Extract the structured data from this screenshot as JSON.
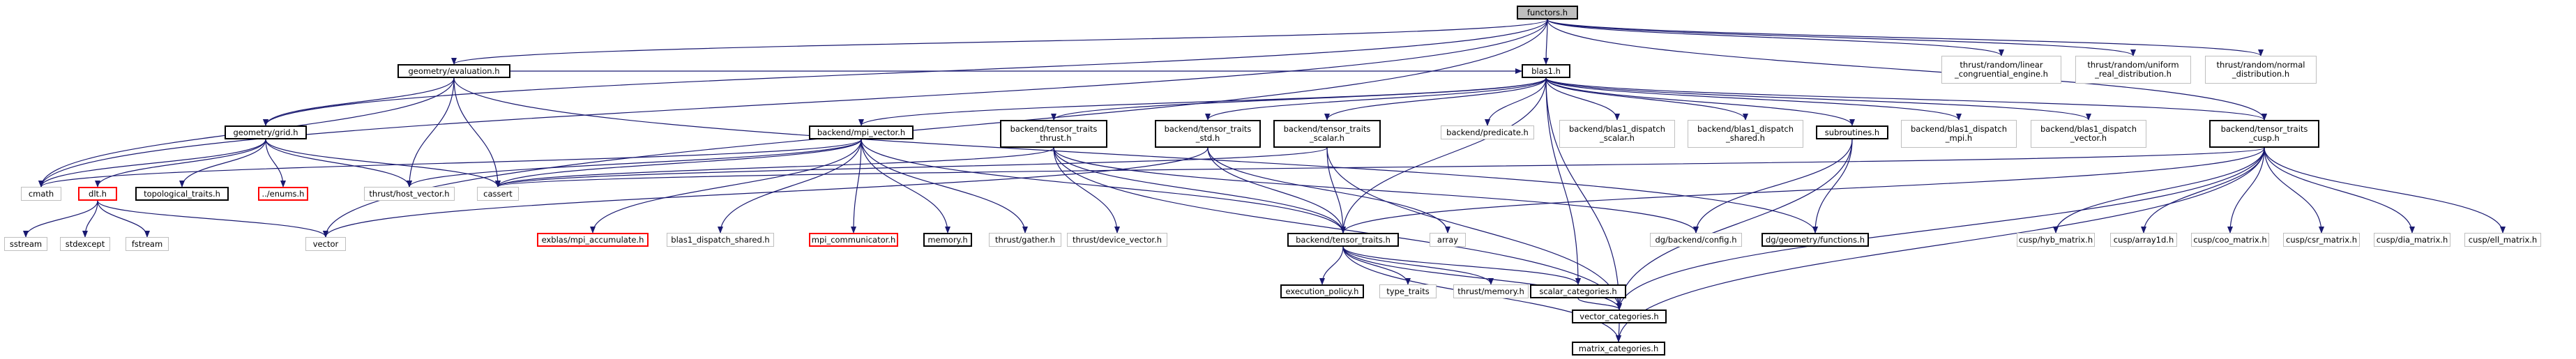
{
  "graph": {
    "edge_color": "#191970",
    "nodes": {
      "functors": {
        "label": "functors.h",
        "kind": "root"
      },
      "evaluation": {
        "label": "geometry/evaluation.h",
        "kind": "doc"
      },
      "lcg": {
        "label": "thrust/random/linear\n_congruential_engine.h",
        "kind": "undoc"
      },
      "uniform": {
        "label": "thrust/random/uniform\n_real_distribution.h",
        "kind": "undoc"
      },
      "normal": {
        "label": "thrust/random/normal\n_distribution.h",
        "kind": "undoc"
      },
      "blas1": {
        "label": "blas1.h",
        "kind": "doc"
      },
      "grid": {
        "label": "geometry/grid.h",
        "kind": "doc"
      },
      "mpi_vector": {
        "label": "backend/mpi_vector.h",
        "kind": "doc"
      },
      "tt_thrust": {
        "label": "backend/tensor_traits\n_thrust.h",
        "kind": "doc"
      },
      "tt_std": {
        "label": "backend/tensor_traits\n_std.h",
        "kind": "doc"
      },
      "tt_scalar": {
        "label": "backend/tensor_traits\n_scalar.h",
        "kind": "doc"
      },
      "predicate": {
        "label": "backend/predicate.h",
        "kind": "undoc"
      },
      "b1d_scalar": {
        "label": "backend/blas1_dispatch\n_scalar.h",
        "kind": "undoc"
      },
      "b1d_shared": {
        "label": "backend/blas1_dispatch\n_shared.h",
        "kind": "undoc"
      },
      "subroutines": {
        "label": "subroutines.h",
        "kind": "doc"
      },
      "b1d_mpi": {
        "label": "backend/blas1_dispatch\n_mpi.h",
        "kind": "undoc"
      },
      "b1d_vector": {
        "label": "backend/blas1_dispatch\n_vector.h",
        "kind": "undoc"
      },
      "tt_cusp": {
        "label": "backend/tensor_traits\n_cusp.h",
        "kind": "doc"
      },
      "cmath": {
        "label": "cmath",
        "kind": "undoc"
      },
      "dlt": {
        "label": "dlt.h",
        "kind": "red"
      },
      "topo": {
        "label": "topological_traits.h",
        "kind": "doc"
      },
      "enums": {
        "label": "../enums.h",
        "kind": "red"
      },
      "host_vector": {
        "label": "thrust/host_vector.h",
        "kind": "undoc"
      },
      "cassert": {
        "label": "cassert",
        "kind": "undoc"
      },
      "exblas": {
        "label": "exblas/mpi_accumulate.h",
        "kind": "red"
      },
      "b1d_shared_h": {
        "label": "blas1_dispatch_shared.h",
        "kind": "undoc"
      },
      "mpi_comm": {
        "label": "mpi_communicator.h",
        "kind": "red"
      },
      "memory": {
        "label": "memory.h",
        "kind": "doc"
      },
      "gather": {
        "label": "thrust/gather.h",
        "kind": "undoc"
      },
      "device_vector": {
        "label": "thrust/device_vector.h",
        "kind": "undoc"
      },
      "tensor_traits": {
        "label": "backend/tensor_traits.h",
        "kind": "doc"
      },
      "array": {
        "label": "array",
        "kind": "undoc"
      },
      "config": {
        "label": "dg/backend/config.h",
        "kind": "undoc"
      },
      "geo_functions": {
        "label": "dg/geometry/functions.h",
        "kind": "doc"
      },
      "hyb": {
        "label": "cusp/hyb_matrix.h",
        "kind": "undoc"
      },
      "array1d": {
        "label": "cusp/array1d.h",
        "kind": "undoc"
      },
      "coo": {
        "label": "cusp/coo_matrix.h",
        "kind": "undoc"
      },
      "csr": {
        "label": "cusp/csr_matrix.h",
        "kind": "undoc"
      },
      "dia": {
        "label": "cusp/dia_matrix.h",
        "kind": "undoc"
      },
      "ell": {
        "label": "cusp/ell_matrix.h",
        "kind": "undoc"
      },
      "sstream": {
        "label": "sstream",
        "kind": "undoc"
      },
      "stdexcept": {
        "label": "stdexcept",
        "kind": "undoc"
      },
      "fstream": {
        "label": "fstream",
        "kind": "undoc"
      },
      "vector": {
        "label": "vector",
        "kind": "undoc"
      },
      "exec_policy": {
        "label": "execution_policy.h",
        "kind": "doc"
      },
      "type_traits": {
        "label": "type_traits",
        "kind": "undoc"
      },
      "thrust_memory": {
        "label": "thrust/memory.h",
        "kind": "undoc"
      },
      "scalar_cat": {
        "label": "scalar_categories.h",
        "kind": "doc"
      },
      "vector_cat": {
        "label": "vector_categories.h",
        "kind": "doc"
      },
      "matrix_cat": {
        "label": "matrix_categories.h",
        "kind": "doc"
      }
    },
    "edges": [
      [
        "functors",
        "evaluation"
      ],
      [
        "functors",
        "lcg"
      ],
      [
        "functors",
        "uniform"
      ],
      [
        "functors",
        "normal"
      ],
      [
        "functors",
        "blas1"
      ],
      [
        "functors",
        "grid"
      ],
      [
        "functors",
        "cmath"
      ],
      [
        "functors",
        "vector"
      ],
      [
        "functors",
        "tt_cusp"
      ],
      [
        "evaluation",
        "grid"
      ],
      [
        "evaluation",
        "cmath"
      ],
      [
        "evaluation",
        "host_vector"
      ],
      [
        "evaluation",
        "cassert"
      ],
      [
        "evaluation",
        "blas1"
      ],
      [
        "evaluation",
        "geo_functions"
      ],
      [
        "blas1",
        "mpi_vector"
      ],
      [
        "blas1",
        "tt_thrust"
      ],
      [
        "blas1",
        "tt_std"
      ],
      [
        "blas1",
        "tt_scalar"
      ],
      [
        "blas1",
        "predicate"
      ],
      [
        "blas1",
        "b1d_scalar"
      ],
      [
        "blas1",
        "b1d_shared"
      ],
      [
        "blas1",
        "subroutines"
      ],
      [
        "blas1",
        "b1d_mpi"
      ],
      [
        "blas1",
        "b1d_vector"
      ],
      [
        "blas1",
        "tt_cusp"
      ],
      [
        "blas1",
        "tensor_traits"
      ],
      [
        "blas1",
        "vector_cat"
      ],
      [
        "blas1",
        "scalar_cat"
      ],
      [
        "grid",
        "cmath"
      ],
      [
        "grid",
        "dlt"
      ],
      [
        "grid",
        "topo"
      ],
      [
        "grid",
        "enums"
      ],
      [
        "grid",
        "host_vector"
      ],
      [
        "grid",
        "cassert"
      ],
      [
        "dlt",
        "sstream"
      ],
      [
        "dlt",
        "stdexcept"
      ],
      [
        "dlt",
        "fstream"
      ],
      [
        "dlt",
        "vector"
      ],
      [
        "mpi_vector",
        "cmath"
      ],
      [
        "mpi_vector",
        "host_vector"
      ],
      [
        "mpi_vector",
        "cassert"
      ],
      [
        "mpi_vector",
        "exblas"
      ],
      [
        "mpi_vector",
        "b1d_shared_h"
      ],
      [
        "mpi_vector",
        "mpi_comm"
      ],
      [
        "mpi_vector",
        "memory"
      ],
      [
        "mpi_vector",
        "gather"
      ],
      [
        "mpi_vector",
        "tensor_traits"
      ],
      [
        "tt_thrust",
        "device_vector"
      ],
      [
        "tt_thrust",
        "tensor_traits"
      ],
      [
        "tt_thrust",
        "cassert"
      ],
      [
        "tt_thrust",
        "vector_cat"
      ],
      [
        "tt_thrust",
        "config"
      ],
      [
        "tt_std",
        "tensor_traits"
      ],
      [
        "tt_std",
        "vector"
      ],
      [
        "tt_std",
        "array"
      ],
      [
        "tt_scalar",
        "tensor_traits"
      ],
      [
        "tt_scalar",
        "cassert"
      ],
      [
        "tt_scalar",
        "vector_cat"
      ],
      [
        "subroutines",
        "config"
      ],
      [
        "subroutines",
        "geo_functions"
      ],
      [
        "subroutines",
        "vector_cat"
      ],
      [
        "tt_cusp",
        "cassert"
      ],
      [
        "tt_cusp",
        "hyb"
      ],
      [
        "tt_cusp",
        "array1d"
      ],
      [
        "tt_cusp",
        "coo"
      ],
      [
        "tt_cusp",
        "csr"
      ],
      [
        "tt_cusp",
        "dia"
      ],
      [
        "tt_cusp",
        "ell"
      ],
      [
        "tt_cusp",
        "tensor_traits"
      ],
      [
        "tt_cusp",
        "vector_cat"
      ],
      [
        "tt_cusp",
        "matrix_cat"
      ],
      [
        "tensor_traits",
        "exec_policy"
      ],
      [
        "tensor_traits",
        "type_traits"
      ],
      [
        "tensor_traits",
        "thrust_memory"
      ],
      [
        "tensor_traits",
        "scalar_cat"
      ],
      [
        "tensor_traits",
        "vector_cat"
      ],
      [
        "tensor_traits",
        "matrix_cat"
      ],
      [
        "scalar_cat",
        "vector_cat"
      ],
      [
        "vector_cat",
        "matrix_cat"
      ]
    ]
  }
}
